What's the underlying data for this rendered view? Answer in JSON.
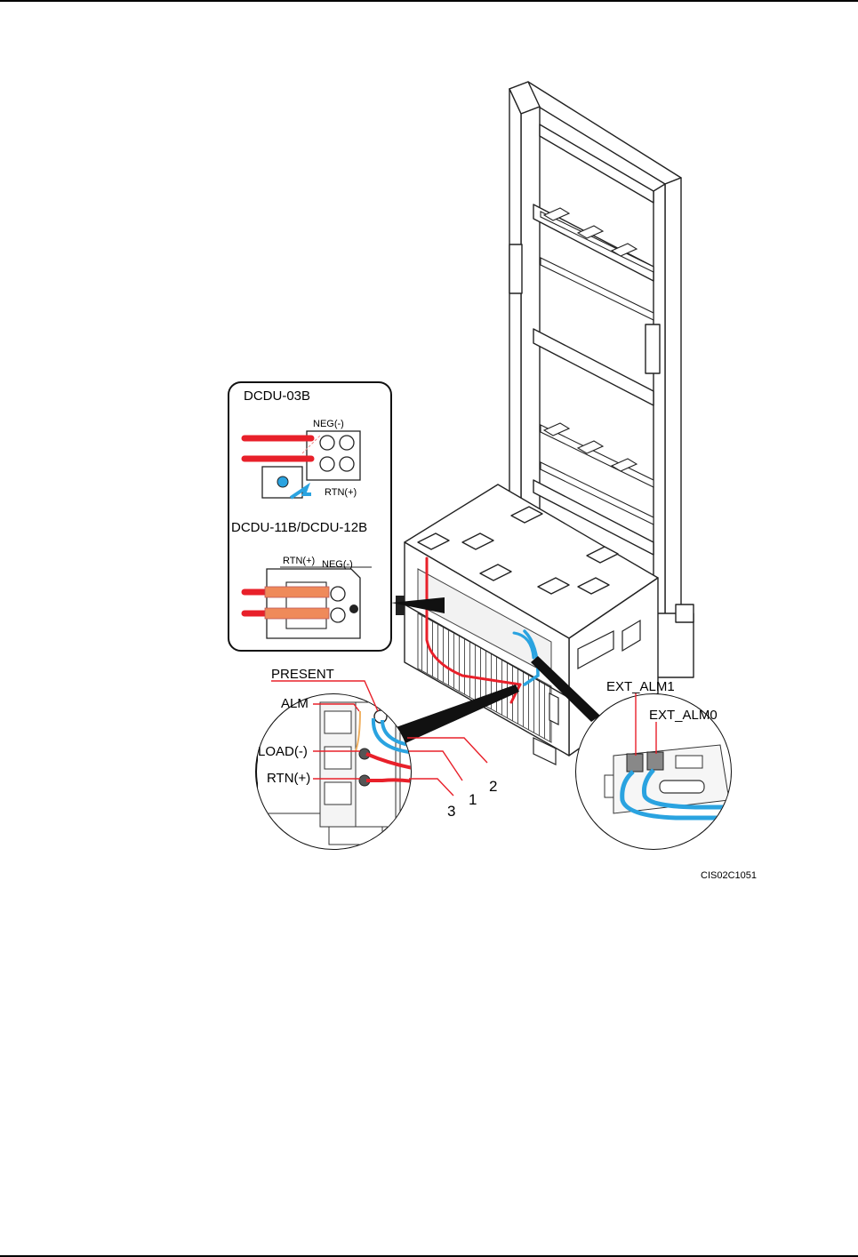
{
  "inset": {
    "title_03b": "DCDU-03B",
    "neg_03b": "NEG(-)",
    "rtn_03b": "RTN(+)",
    "title_11b": "DCDU-11B/DCDU-12B",
    "rtn_11b": "RTN(+)",
    "neg_11b": "NEG(-)"
  },
  "left_callout": {
    "present": "PRESENT",
    "alm": "ALM",
    "load": "LOAD(-)",
    "rtn": "RTN(+)",
    "num_2": "2",
    "num_1": "1",
    "num_3": "3"
  },
  "right_callout": {
    "ext_alm1": "EXT_ALM1",
    "ext_alm0": "EXT_ALM0"
  },
  "figure_id": "CIS02C1051",
  "colors": {
    "power_red": "#e8202a",
    "signal_blue": "#2aa3e0",
    "lug_orange": "#ef8a5a",
    "callout_red": "#e8202a"
  }
}
